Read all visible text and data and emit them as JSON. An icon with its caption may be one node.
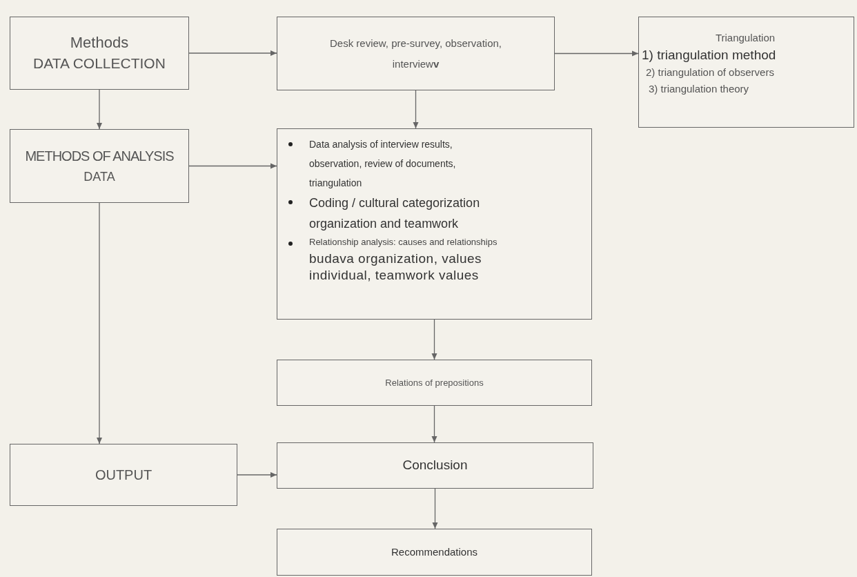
{
  "diagram": {
    "nodes": [
      {
        "text": [
          "Methods",
          "DATA COLLECTION"
        ]
      },
      {
        "text": [
          "Desk review, pre-survey, observation, interview**v**"
        ]
      },
      {
        "text": [
          "Triangulation",
          "1) triangulation method",
          "2) triangulation of observers",
          "3) triangulation theory"
        ]
      },
      {
        "text": [
          "METHODS OF ANALYSIS",
          "DATA"
        ]
      },
      {
        "text": [
          "Data analysis of interview results, observation, review of documents, triangulation",
          "Coding / cultural categorization organization and teamwork",
          "Relationship analysis: causes and relationships",
          "budava organization, values individual, teamwork values"
        ]
      },
      {
        "text": [
          "Relations of prepositions"
        ]
      },
      {
        "text": [
          "OUTPUT"
        ]
      },
      {
        "text": [
          "Conclusion"
        ]
      },
      {
        "text": [
          "Recommendations"
        ]
      }
    ],
    "edges": [
      {
        "from": 0,
        "to": 1,
        "arrow": "to"
      },
      {
        "from": 1,
        "to": 2,
        "arrow": "to"
      },
      {
        "from": 0,
        "to": 3,
        "arrow": "to"
      },
      {
        "from": 1,
        "to": 4,
        "arrow": "to"
      },
      {
        "from": 3,
        "to": 4,
        "arrow": "to"
      },
      {
        "from": 4,
        "to": 5,
        "arrow": "to"
      },
      {
        "from": 3,
        "to": 6,
        "arrow": "to"
      },
      {
        "from": 5,
        "to": 7,
        "arrow": "to"
      },
      {
        "from": 6,
        "to": 7,
        "arrow": "to"
      },
      {
        "from": 7,
        "to": 8,
        "arrow": "to"
      }
    ]
  }
}
